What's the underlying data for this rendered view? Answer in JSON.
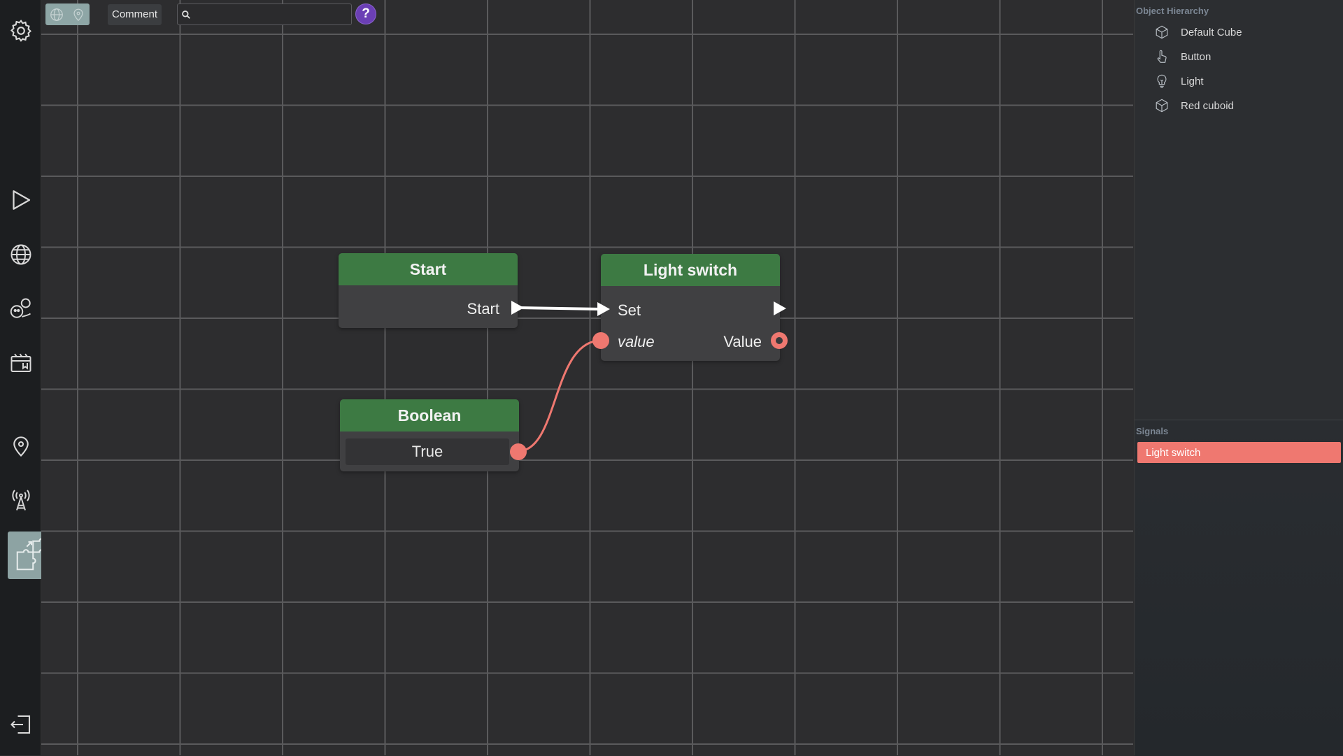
{
  "toolbar": {
    "comment_label": "Comment",
    "search_placeholder": "",
    "help_label": "?",
    "icons": [
      "settings-icon",
      "play-icon",
      "globe-icon",
      "animals-icon",
      "film-icon",
      "location-icon",
      "antenna-icon",
      "puzzle-icon",
      "exit-icon"
    ]
  },
  "nodes": {
    "start": {
      "title": "Start",
      "output_label": "Start"
    },
    "light_switch": {
      "title": "Light switch",
      "input_exec_label": "Set",
      "input_value_label": "value",
      "output_value_label": "Value"
    },
    "boolean": {
      "title": "Boolean",
      "value": "True"
    }
  },
  "colors": {
    "node_header": "#3d7a43",
    "data_port": "#ef7870",
    "active_tool": "#8da3a3",
    "help_button": "#6b3fb5"
  },
  "hierarchy": {
    "title": "Object Hierarchy",
    "items": [
      {
        "label": "Default Cube",
        "icon": "cube-icon"
      },
      {
        "label": "Button",
        "icon": "hand-pointer-icon"
      },
      {
        "label": "Light",
        "icon": "lightbulb-icon"
      },
      {
        "label": "Red cuboid",
        "icon": "cube-icon"
      }
    ]
  },
  "signals": {
    "title": "Signals",
    "items": [
      {
        "label": "Light switch"
      }
    ]
  }
}
